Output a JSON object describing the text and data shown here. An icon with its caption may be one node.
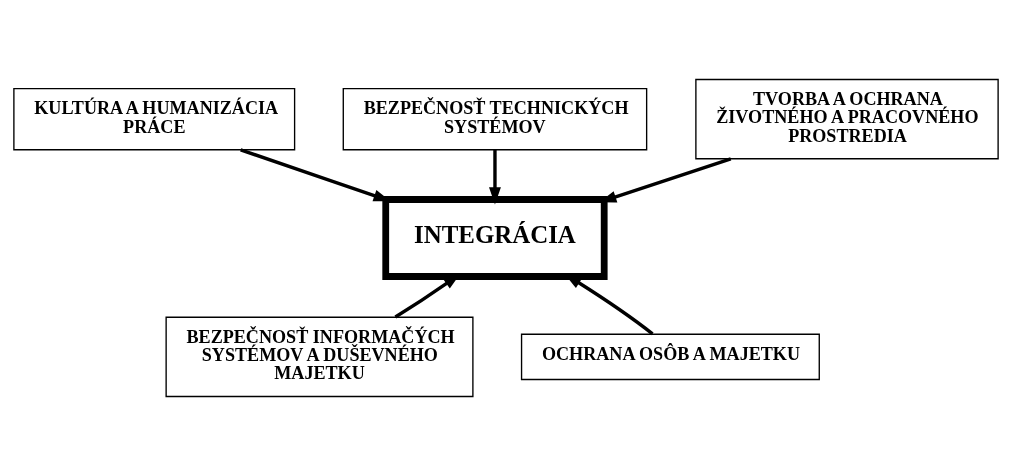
{
  "diagram": {
    "nodes": [
      {
        "text": [
          "KULTÚRA A HUMANIZÁCIA PRÁCE"
        ]
      },
      {
        "text": [
          "BEZPEČNOSŤ TECHNICKÝCH SYSTÉMOV"
        ]
      },
      {
        "text": [
          "INTEGRÁCIA"
        ]
      },
      {
        "text": [
          "TVORBA A OCHRANA ŽIVOTNÉHO A PRACOVNÉHO PROSTREDIA"
        ]
      },
      {
        "text": [
          "BEZPEČNOSŤ INFORMAČÝCH SYSTÉMOV A DUŠEVNÉHO MAJETKU"
        ]
      },
      {
        "text": [
          "OCHRANA OSÔB A MAJETKU"
        ]
      }
    ],
    "edges": [
      {
        "from": 0,
        "to": 2,
        "arrow": "to"
      },
      {
        "from": 1,
        "to": 2,
        "arrow": "to"
      },
      {
        "from": 3,
        "to": 2,
        "arrow": "to"
      },
      {
        "from": 4,
        "to": 2,
        "arrow": "to"
      },
      {
        "from": 5,
        "to": 2,
        "arrow": "to"
      }
    ]
  }
}
